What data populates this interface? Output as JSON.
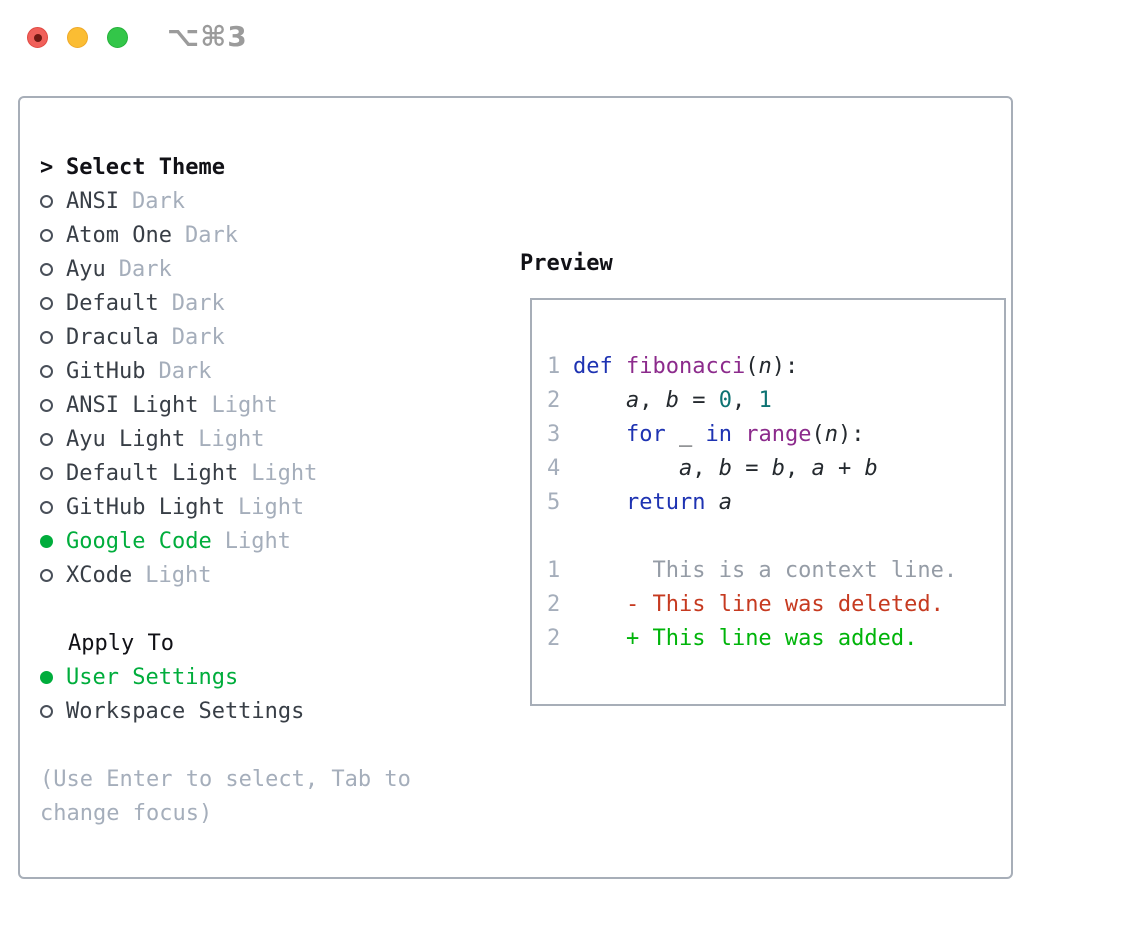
{
  "titlebar": {
    "shortcut": "⌥⌘3",
    "traffic_lights": [
      "close",
      "minimize",
      "zoom"
    ]
  },
  "colors": {
    "accent_green": "#00ad3c",
    "diff_added_green": "#00b40a",
    "diff_deleted_red": "#c63a20",
    "keyword_blue": "#1e33b2",
    "function_purple": "#8c2b8c",
    "number_teal": "#0d7373",
    "muted_gray": "#a5aebb",
    "border_gray": "#a7aeb8",
    "text_dark": "#383e46"
  },
  "theme_panel": {
    "cursor": ">",
    "title": "Select Theme",
    "themes": [
      {
        "name": "ANSI",
        "variant": "Dark",
        "selected": false
      },
      {
        "name": "Atom One",
        "variant": "Dark",
        "selected": false
      },
      {
        "name": "Ayu",
        "variant": "Dark",
        "selected": false
      },
      {
        "name": "Default",
        "variant": "Dark",
        "selected": false
      },
      {
        "name": "Dracula",
        "variant": "Dark",
        "selected": false
      },
      {
        "name": "GitHub",
        "variant": "Dark",
        "selected": false
      },
      {
        "name": "ANSI Light",
        "variant": "Light",
        "selected": false
      },
      {
        "name": "Ayu Light",
        "variant": "Light",
        "selected": false
      },
      {
        "name": "Default Light",
        "variant": "Light",
        "selected": false
      },
      {
        "name": "GitHub Light",
        "variant": "Light",
        "selected": false
      },
      {
        "name": "Google Code",
        "variant": "Light",
        "selected": true
      },
      {
        "name": "XCode",
        "variant": "Light",
        "selected": false
      }
    ],
    "apply_to": {
      "title": "Apply To",
      "options": [
        {
          "label": "User Settings",
          "selected": true
        },
        {
          "label": "Workspace Settings",
          "selected": false
        }
      ]
    },
    "hint_line1": "(Use Enter to select, Tab to",
    "hint_line2": "change focus)"
  },
  "preview": {
    "title": "Preview",
    "lines": [
      {
        "n": "1",
        "tokens": [
          [
            "kw",
            "def"
          ],
          [
            "pl",
            " "
          ],
          [
            "fn",
            "fibonacci"
          ],
          [
            "pl",
            "("
          ],
          [
            "id",
            "n"
          ],
          [
            "pl",
            "):"
          ]
        ]
      },
      {
        "n": "2",
        "tokens": [
          [
            "pl",
            "    "
          ],
          [
            "id",
            "a"
          ],
          [
            "pl",
            ", "
          ],
          [
            "id",
            "b"
          ],
          [
            "pl",
            " = "
          ],
          [
            "num",
            "0"
          ],
          [
            "pl",
            ", "
          ],
          [
            "num",
            "1"
          ]
        ]
      },
      {
        "n": "3",
        "tokens": [
          [
            "pl",
            "    "
          ],
          [
            "kw",
            "for"
          ],
          [
            "pl",
            " "
          ],
          [
            "id",
            "_"
          ],
          [
            "pl",
            " "
          ],
          [
            "kw",
            "in"
          ],
          [
            "pl",
            " "
          ],
          [
            "fn",
            "range"
          ],
          [
            "pl",
            "("
          ],
          [
            "id",
            "n"
          ],
          [
            "pl",
            "):"
          ]
        ]
      },
      {
        "n": "4",
        "tokens": [
          [
            "pl",
            "        "
          ],
          [
            "id",
            "a"
          ],
          [
            "pl",
            ", "
          ],
          [
            "id",
            "b"
          ],
          [
            "pl",
            " = "
          ],
          [
            "id",
            "b"
          ],
          [
            "pl",
            ", "
          ],
          [
            "id",
            "a"
          ],
          [
            "pl",
            " + "
          ],
          [
            "id",
            "b"
          ]
        ]
      },
      {
        "n": "5",
        "tokens": [
          [
            "pl",
            "    "
          ],
          [
            "kw",
            "return"
          ],
          [
            "pl",
            " "
          ],
          [
            "id",
            "a"
          ]
        ]
      },
      {
        "n": "",
        "tokens": []
      },
      {
        "n": "1",
        "tokens": [
          [
            "ctx",
            "      This is a context line."
          ]
        ]
      },
      {
        "n": "2",
        "tokens": [
          [
            "pl",
            "    "
          ],
          [
            "del",
            "- This line was deleted."
          ]
        ]
      },
      {
        "n": "2",
        "tokens": [
          [
            "pl",
            "    "
          ],
          [
            "add",
            "+ This line was added."
          ]
        ]
      }
    ]
  }
}
